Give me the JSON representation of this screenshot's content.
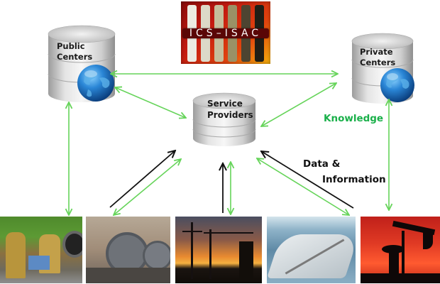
{
  "logo": {
    "text": "ICS–ISAC",
    "bar_colors": [
      "#ecebe2",
      "#dcd9c8",
      "#c5bf9c",
      "#9a9166",
      "#4d4431",
      "#1f1e16"
    ]
  },
  "nodes": {
    "public_centers": {
      "line1": "Public",
      "line2": "Centers"
    },
    "private_centers": {
      "line1": "Private",
      "line2": "Centers"
    },
    "service_providers": {
      "line1": "Service",
      "line2": "Providers"
    }
  },
  "labels": {
    "knowledge": "Knowledge",
    "data_line1": "Data &",
    "data_line2": "Information"
  },
  "colors": {
    "knowledge_arrow": "#66d45a",
    "knowledge_text": "#1ab04a",
    "data_arrow": "#111111"
  },
  "photos": [
    {
      "name": "emergency-responders"
    },
    {
      "name": "power-plant-generators"
    },
    {
      "name": "electrical-substation"
    },
    {
      "name": "lng-tanker-ship"
    },
    {
      "name": "oil-pump-jack"
    }
  ]
}
